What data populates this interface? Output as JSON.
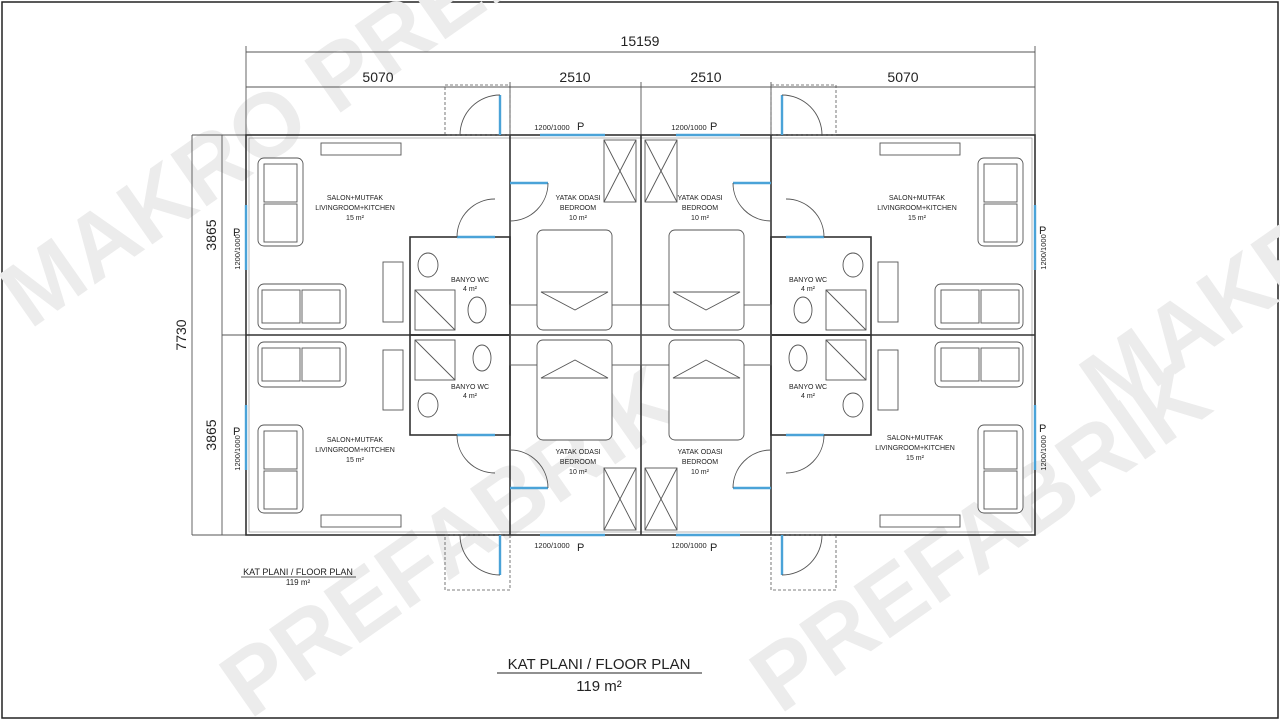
{
  "dimensions": {
    "total_width": "15159",
    "segments": [
      "5070",
      "2510",
      "2510",
      "5070"
    ],
    "total_depth": "7730",
    "half_depth": "3865"
  },
  "watermark": {
    "text_top": "MAKRO PREFABRIK",
    "text_right": "MAKRO",
    "text_bottom": "PREFABRIK"
  },
  "rooms": {
    "living_tr": "SALON+MUTFAK",
    "living_en": "LIVINGROOM+KITCHEN",
    "living_area": "15 m²",
    "bed_tr": "YATAK ODASI",
    "bed_en": "BEDROOM",
    "bed_area": "10 m²",
    "wc_label": "BANYO WC",
    "wc_area": "4 m²"
  },
  "windows": {
    "size": "1200/1000",
    "marker": "P"
  },
  "title": {
    "main": "KAT PLANI / FLOOR PLAN",
    "area": "119 m²"
  },
  "small_title": {
    "main": "KAT PLANI / FLOOR PLAN",
    "area": "119 m²"
  }
}
